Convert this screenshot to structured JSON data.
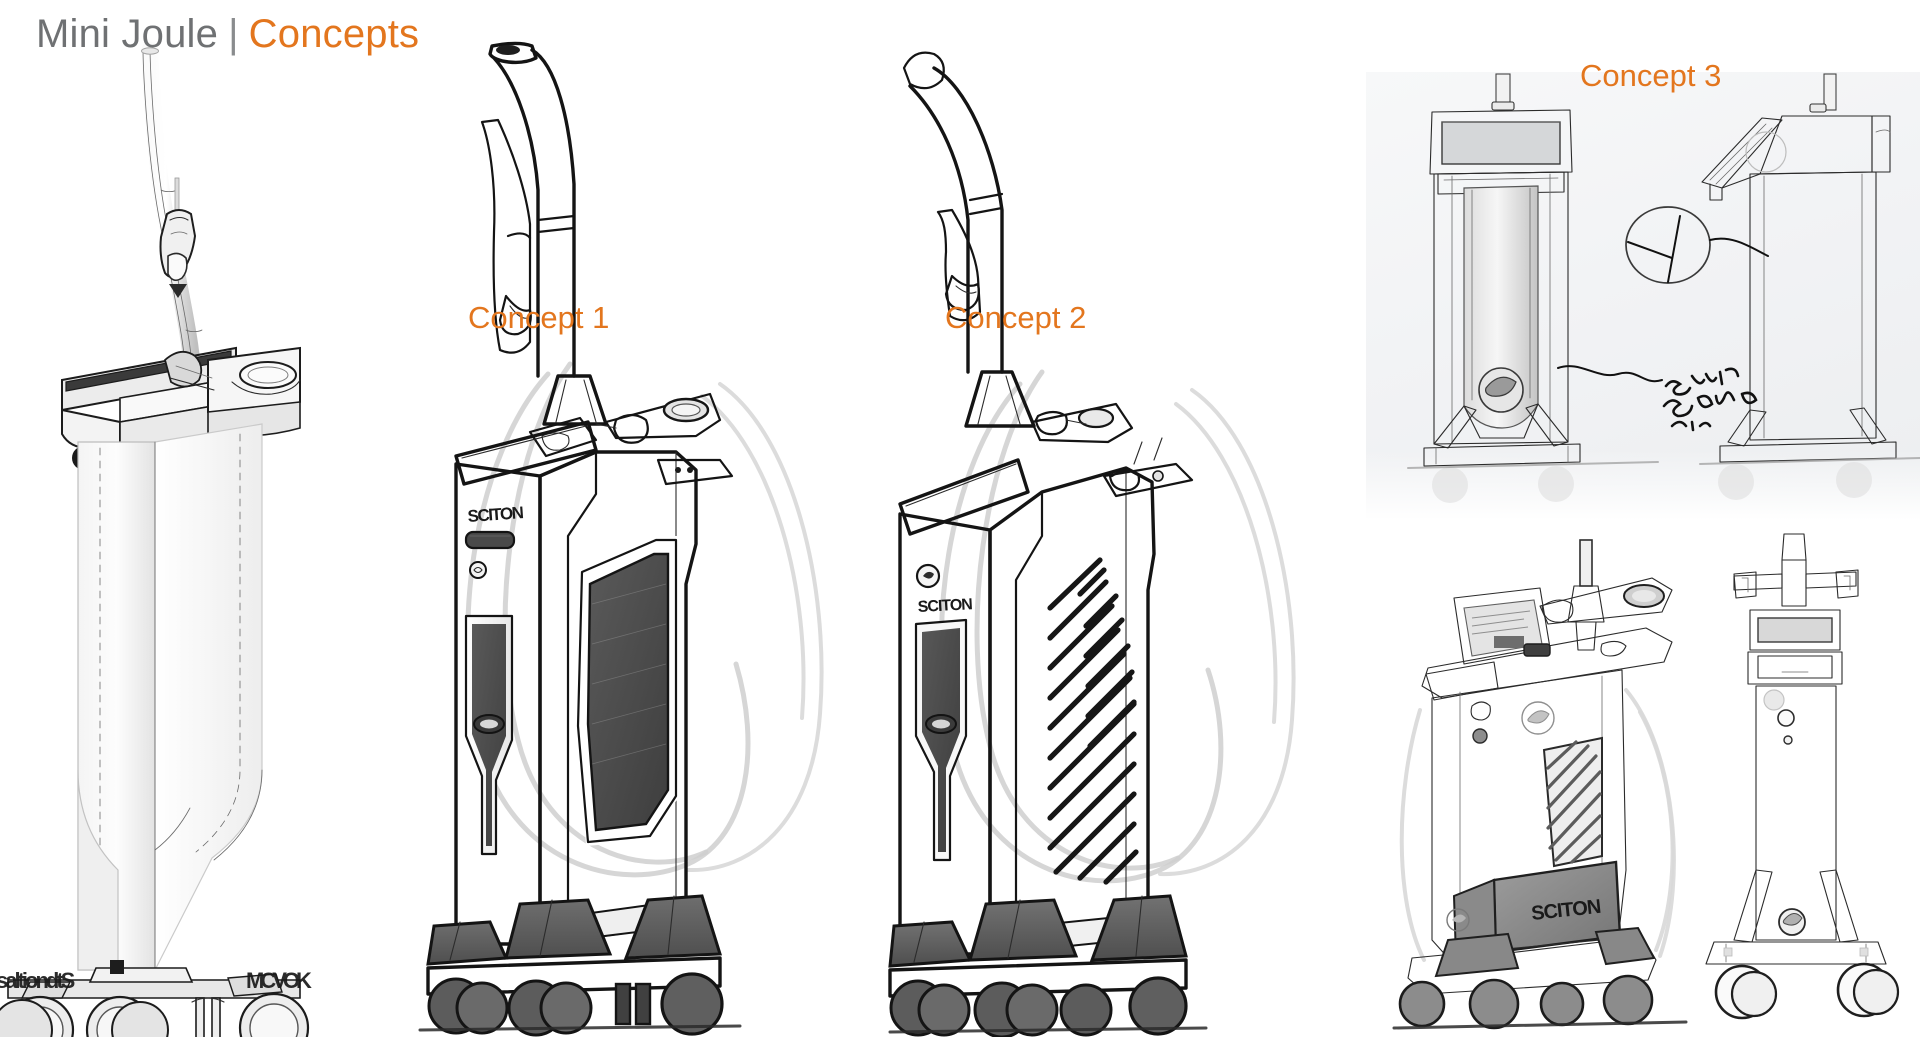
{
  "slide": {
    "title": {
      "main": "Mini Joule",
      "separator": "|",
      "accent": "Concepts"
    },
    "accent_color": "#E3761E",
    "title_color": "#6f7173",
    "background_color": "#ffffff"
  },
  "labels": {
    "concept_1": "Concept 1",
    "concept_2": "Concept 2",
    "concept_3": "Concept 3"
  },
  "figures": [
    {
      "id": "cad-render",
      "name": "mini-joule-cad-render",
      "caption": "",
      "style": "cad-render",
      "description": "Rendered side view of mobile laser cart with curved articulating arm, tilted display tray, handpiece holster and four casters",
      "branding": ""
    },
    {
      "id": "concept-1",
      "name": "concept-1-sketch",
      "caption": "Concept 1",
      "style": "marker-sketch",
      "description": "Marker sketch of console with dark angled display, faceted hexagonal vent panel, vertical handle slot and three-foot caster base",
      "branding": "SCITON"
    },
    {
      "id": "concept-2",
      "name": "concept-2-sketch",
      "caption": "Concept 2",
      "style": "marker-sketch",
      "description": "Marker sketch of console with dark angled display, diagonal louvre vent hatching, vertical handle slot and three-foot caster base",
      "branding": "SCITON"
    },
    {
      "id": "concept-3-front",
      "name": "concept-3-front-view",
      "caption": "Concept 3",
      "style": "line-drawing",
      "description": "Front elevation line drawing of slim tower with top display, illuminated column and splayed caster feet",
      "branding": ""
    },
    {
      "id": "concept-3-side",
      "name": "concept-3-side-view",
      "caption": "",
      "style": "line-drawing",
      "description": "Side elevation line drawing of slim tower with tilted tray and arm mount",
      "branding": ""
    },
    {
      "id": "concept-3-render",
      "name": "concept-3-grayscale-render",
      "caption": "",
      "style": "grayscale-sketch",
      "description": "Three quarter grayscale sketch with tablet display, accessory tray, louvre vent panel and branded lower cowl",
      "branding": "SCITON"
    },
    {
      "id": "concept-3-elevation",
      "name": "concept-3-front-elevation",
      "caption": "",
      "style": "line-drawing",
      "description": "Front elevation pencil drawing of tower with handle bar, display head and wide caster base",
      "branding": ""
    }
  ],
  "annotations": {
    "handwritten_note": "SCIENT\nBOW ON\nC.P.",
    "callout_shape": "circle-detail-callout"
  }
}
